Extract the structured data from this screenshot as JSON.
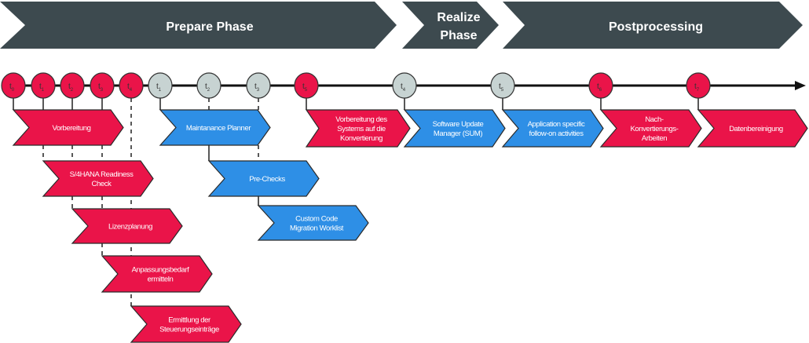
{
  "colors": {
    "phase_fill": "#3d4a4f",
    "phase_text": "#ffffff",
    "red": "#ea1449",
    "blue": "#2e8fe6",
    "grey_node": "#c7d3d2",
    "axis": "#111111"
  },
  "phases": [
    {
      "id": "prepare",
      "label": [
        "Prepare Phase"
      ]
    },
    {
      "id": "realize",
      "label": [
        "Realize",
        "Phase"
      ]
    },
    {
      "id": "postprocessing",
      "label": [
        "Postprocessing"
      ]
    }
  ],
  "timeline": {
    "nodes": [
      {
        "label": "t",
        "sub": "0",
        "color": "red"
      },
      {
        "label": "t",
        "sub": "1",
        "color": "red"
      },
      {
        "label": "t",
        "sub": "2",
        "color": "red"
      },
      {
        "label": "t",
        "sub": "3",
        "color": "red"
      },
      {
        "label": "t",
        "sub": "4",
        "color": "red"
      },
      {
        "label": "t",
        "sub": "1",
        "color": "grey"
      },
      {
        "label": "t",
        "sub": "2",
        "color": "grey"
      },
      {
        "label": "t",
        "sub": "3",
        "color": "grey"
      },
      {
        "label": "t",
        "sub": "5",
        "color": "red"
      },
      {
        "label": "t",
        "sub": "4",
        "color": "grey"
      },
      {
        "label": "t",
        "sub": "5",
        "color": "grey"
      },
      {
        "label": "t",
        "sub": "6",
        "color": "red"
      },
      {
        "label": "t",
        "sub": "7",
        "color": "red"
      }
    ]
  },
  "steps": [
    {
      "id": "vorbereitung",
      "color": "red",
      "label": [
        "Vorbereitung"
      ]
    },
    {
      "id": "s4hana-readiness-check",
      "color": "red",
      "label": [
        "S/4HANA Readiness",
        "Check"
      ]
    },
    {
      "id": "lizenzplanung",
      "color": "red",
      "label": [
        "Lizenzplanung"
      ]
    },
    {
      "id": "anpassungsbedarf",
      "color": "red",
      "label": [
        "Anpassungsbedarf",
        "ermitteln"
      ]
    },
    {
      "id": "steuerungseintraege",
      "color": "red",
      "label": [
        "Ermittlung der",
        "Steuerungseinträge"
      ]
    },
    {
      "id": "maintanance-planner",
      "color": "blue",
      "label": [
        "Maintanance Planner"
      ]
    },
    {
      "id": "pre-checks",
      "color": "blue",
      "label": [
        "Pre-Checks"
      ]
    },
    {
      "id": "custom-code",
      "color": "blue",
      "label": [
        "Custom Code",
        "Migration Worklist"
      ]
    },
    {
      "id": "vorbereitung-system",
      "color": "red",
      "label": [
        "Vorbereitung des",
        "Systems auf die",
        "Konvertierung"
      ]
    },
    {
      "id": "sum",
      "color": "blue",
      "label": [
        "Software Update",
        "Manager (SUM)"
      ]
    },
    {
      "id": "follow-on",
      "color": "blue",
      "label": [
        "Application specific",
        "follow-on activities"
      ]
    },
    {
      "id": "nachkonvertierung",
      "color": "red",
      "label": [
        "Nach-",
        "Konvertierungs-",
        "Arbeiten"
      ]
    },
    {
      "id": "datenbereinigung",
      "color": "red",
      "label": [
        "Datenbereinigung"
      ]
    }
  ]
}
